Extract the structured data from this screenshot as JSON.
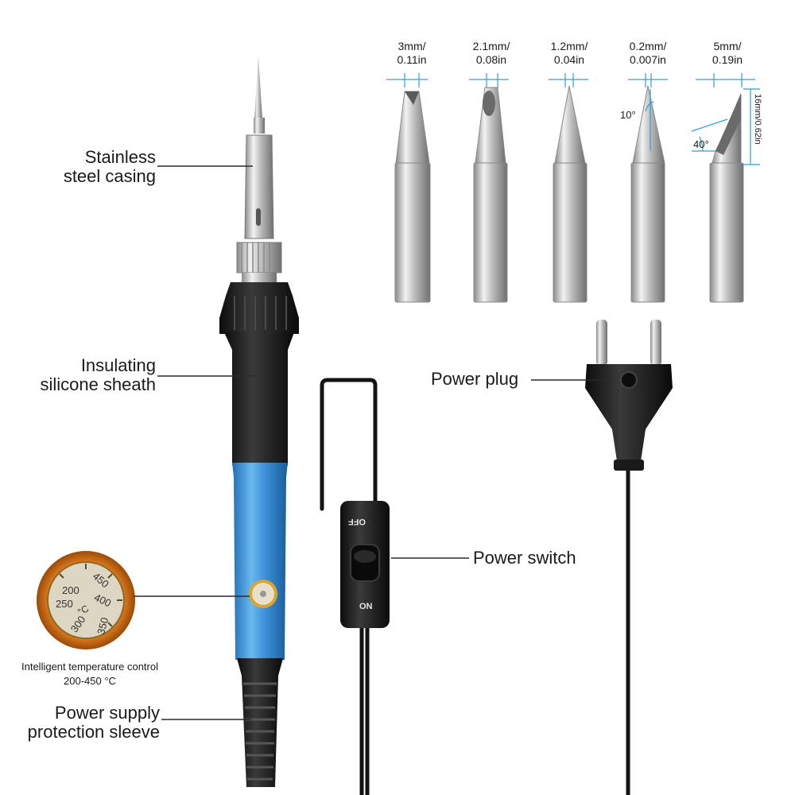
{
  "labels": {
    "casing": [
      "Stainless",
      "steel casing"
    ],
    "sheath": [
      "Insulating",
      "silicone sheath"
    ],
    "sleeve": [
      "Power supply",
      "protection sleeve"
    ],
    "plug": "Power plug",
    "switch": "Power switch",
    "temp_control": [
      "Intelligent temperature control",
      "200-450 °C"
    ]
  },
  "tips": [
    {
      "size": [
        "3mm/",
        "0.11in"
      ],
      "shape": "chisel"
    },
    {
      "size": [
        "2.1mm/",
        "0.08in"
      ],
      "shape": "bevel"
    },
    {
      "size": [
        "1.2mm/",
        "0.04in"
      ],
      "shape": "cone"
    },
    {
      "size": [
        "0.2mm/",
        "0.007in"
      ],
      "shape": "fine-cone"
    },
    {
      "size": [
        "5mm/",
        "0.19in"
      ],
      "shape": "knife"
    }
  ],
  "tip_angles": {
    "fine": "10°",
    "knife": "40°"
  },
  "tip_length": "16mm/0.62in",
  "switch_states": {
    "off": "OFF",
    "on": "ON"
  },
  "dial": {
    "unit": "°C",
    "marks": [
      "200",
      "250",
      "300",
      "350",
      "400",
      "450"
    ]
  },
  "colors": {
    "handle_blue": "#3a8fd6",
    "sheath_black": "#1c1c1c",
    "steel": "#c9c9c9",
    "dial_orange": "#e07a1a",
    "dimension_blue": "#2a9fd6"
  }
}
